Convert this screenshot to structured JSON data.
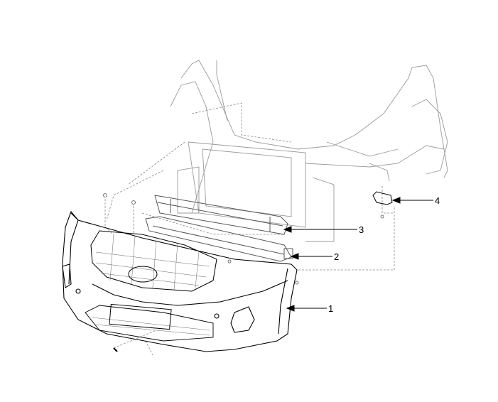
{
  "diagram": {
    "callouts": [
      {
        "label": "1",
        "part": "front-bumper-cover"
      },
      {
        "label": "2",
        "part": "bumper-energy-absorber"
      },
      {
        "label": "3",
        "part": "bumper-rail-beam"
      },
      {
        "label": "4",
        "part": "side-bracket"
      }
    ],
    "colors": {
      "line": "#000000",
      "faint": "#9a9a9a",
      "dash": "#777777"
    }
  }
}
